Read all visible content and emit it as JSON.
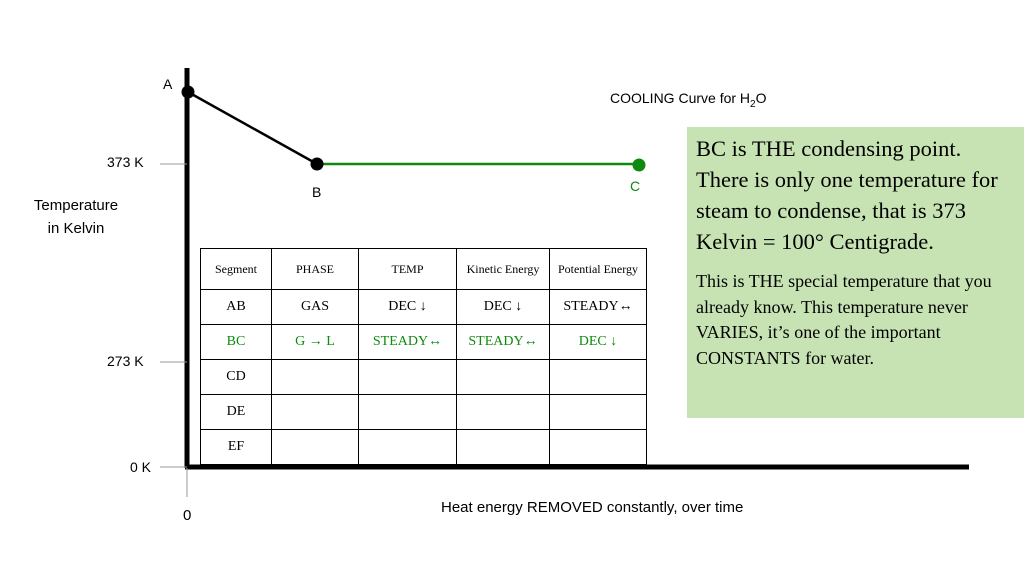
{
  "title": {
    "text": "COOLING Curve for H",
    "sub": "2",
    "tail": "O"
  },
  "points": [
    {
      "label": "A",
      "color": "#000000"
    },
    {
      "label": "B",
      "color": "#000000"
    },
    {
      "label": "C",
      "color": "#0e8a0e"
    }
  ],
  "y_axis": {
    "label_line1": "Temperature",
    "label_line2": "in Kelvin",
    "ticks": [
      "373 K",
      "273 K",
      "0 K"
    ]
  },
  "x_axis": {
    "label": "Heat energy REMOVED constantly, over time",
    "origin": "0"
  },
  "colors": {
    "highlight": "#0e8a0e",
    "note_bg": "#c7e3b4",
    "axis": "#000000"
  },
  "note": {
    "main": "BC is THE condensing point. There is only one temperature for steam to condense, that is 373 Kelvin = 100° Centigrade.",
    "sub": "This is THE special temperature that you already know.  This temperature never VARIES, it’s one of the important CONSTANTS for water."
  },
  "table": {
    "headers": [
      "Segment",
      "PHASE",
      "TEMP",
      "Kinetic Energy",
      "Potential Energy"
    ],
    "rows": [
      [
        "AB",
        "GAS",
        "DEC ↓",
        "DEC ↓",
        "STEADY↔"
      ],
      [
        "BC",
        "G → L",
        "STEADY↔",
        "STEADY↔",
        "DEC ↓"
      ],
      [
        "CD",
        "",
        "",
        "",
        ""
      ],
      [
        "DE",
        "",
        "",
        "",
        ""
      ],
      [
        "EF",
        "",
        "",
        "",
        ""
      ]
    ]
  }
}
